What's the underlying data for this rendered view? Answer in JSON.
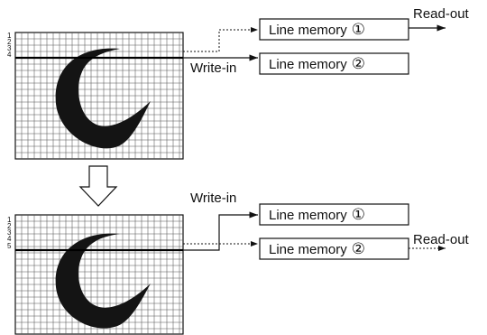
{
  "top_panel": {
    "row_numbers": [
      "1",
      "2",
      "3",
      "4"
    ],
    "memory_boxes": [
      {
        "label": "Line memory",
        "badge": "①"
      },
      {
        "label": "Line memory",
        "badge": "②"
      }
    ],
    "read_label": "Read-out",
    "write_label": "Write-in"
  },
  "bottom_panel": {
    "row_numbers": [
      "1",
      "2",
      "3",
      "4",
      "5"
    ],
    "memory_boxes": [
      {
        "label": "Line memory",
        "badge": "①"
      },
      {
        "label": "Line memory",
        "badge": "②"
      }
    ],
    "write_label": "Write-in",
    "read_label": "Read-out"
  },
  "colors": {
    "ink": "#111111",
    "grid": "#555555",
    "shape": "#141414"
  }
}
